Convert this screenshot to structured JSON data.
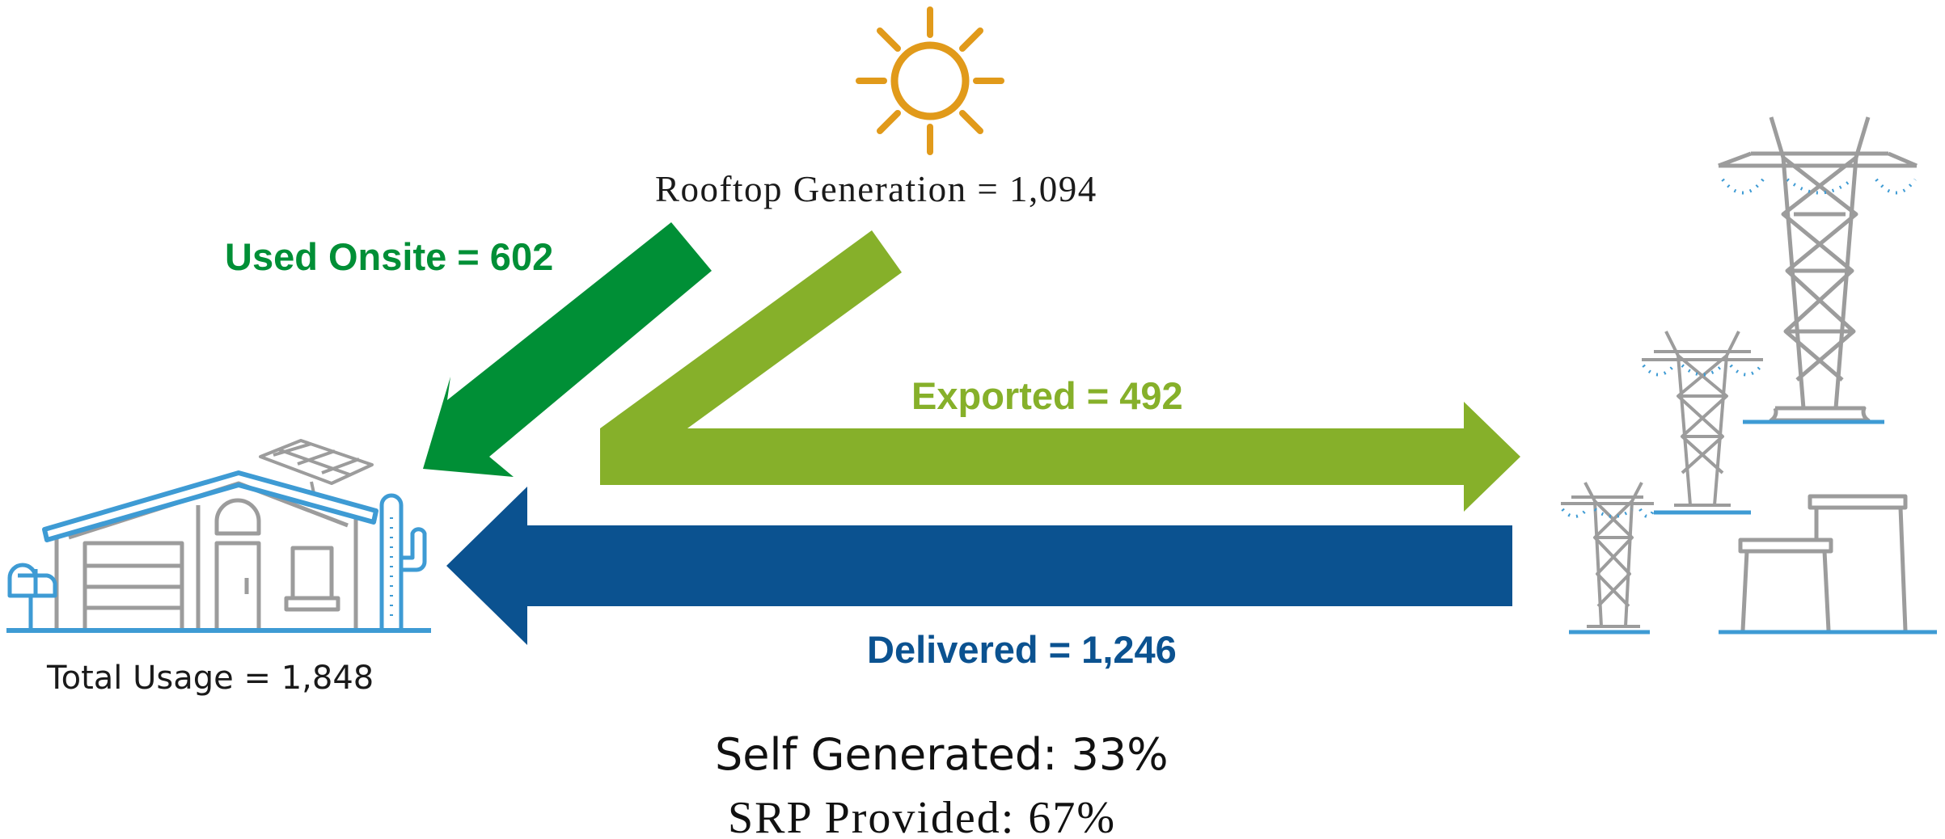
{
  "colors": {
    "sun": "#E19A1A",
    "used_onsite": "#008F36",
    "exported": "#86B02A",
    "delivered": "#0B5290",
    "outline_gray": "#9C9C9C",
    "outline_blue": "#3E9BD4",
    "text_dark": "#1A1A1A"
  },
  "icons": {
    "sun": "sun-icon",
    "house": "house-with-solar-panel-icon",
    "grid": "transmission-towers-and-power-plant-icon"
  },
  "labels": {
    "rooftop_generation": "Rooftop Generation = 1,094",
    "used_onsite": "Used Onsite = 602",
    "exported": "Exported = 492",
    "delivered": "Delivered = 1,246",
    "total_usage": "Total Usage = 1,848"
  },
  "summary": {
    "self_generated": "Self Generated: 33%",
    "srp_provided": "SRP Provided: 67%"
  }
}
